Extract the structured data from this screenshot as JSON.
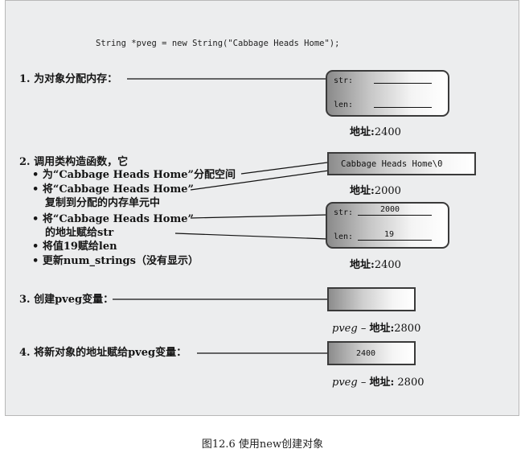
{
  "code": "String *pveg = new String(\"Cabbage Heads Home\");",
  "step1": {
    "label": "1. 为对象分配内存："
  },
  "obj1": {
    "str_label": "str:",
    "len_label": "len:",
    "address_label": "地址:",
    "address": "2400"
  },
  "step2": {
    "label": "2. 调用类构造函数，它",
    "bullets": [
      "• 为“Cabbage Heads Home”分配空间",
      "• 将“Cabbage Heads Home”",
      "复制到分配的内存单元中",
      "• 将“Cabbage Heads Home”",
      "的地址赋给str",
      "• 将值19赋给len",
      "• 更新num_strings（没有显示）"
    ]
  },
  "string_box": {
    "content": "Cabbage Heads Home\\0",
    "address_label": "地址:",
    "address": "2000"
  },
  "obj2": {
    "str_label": "str:",
    "str_value": "2000",
    "len_label": "len:",
    "len_value": "19",
    "address_label": "地址:",
    "address": "2400"
  },
  "step3": {
    "label": "3. 创建pveg变量："
  },
  "pveg1": {
    "var_name": "pveg",
    "dash": " – ",
    "address_label": "地址:",
    "address": "2800"
  },
  "step4": {
    "label": "4. 将新对象的地址赋给pveg变量："
  },
  "pveg2": {
    "value": "2400",
    "var_name": "pveg",
    "dash": " – ",
    "address_label": "地址:",
    "address": " 2800"
  },
  "caption": "图12.6 使用new创建对象"
}
